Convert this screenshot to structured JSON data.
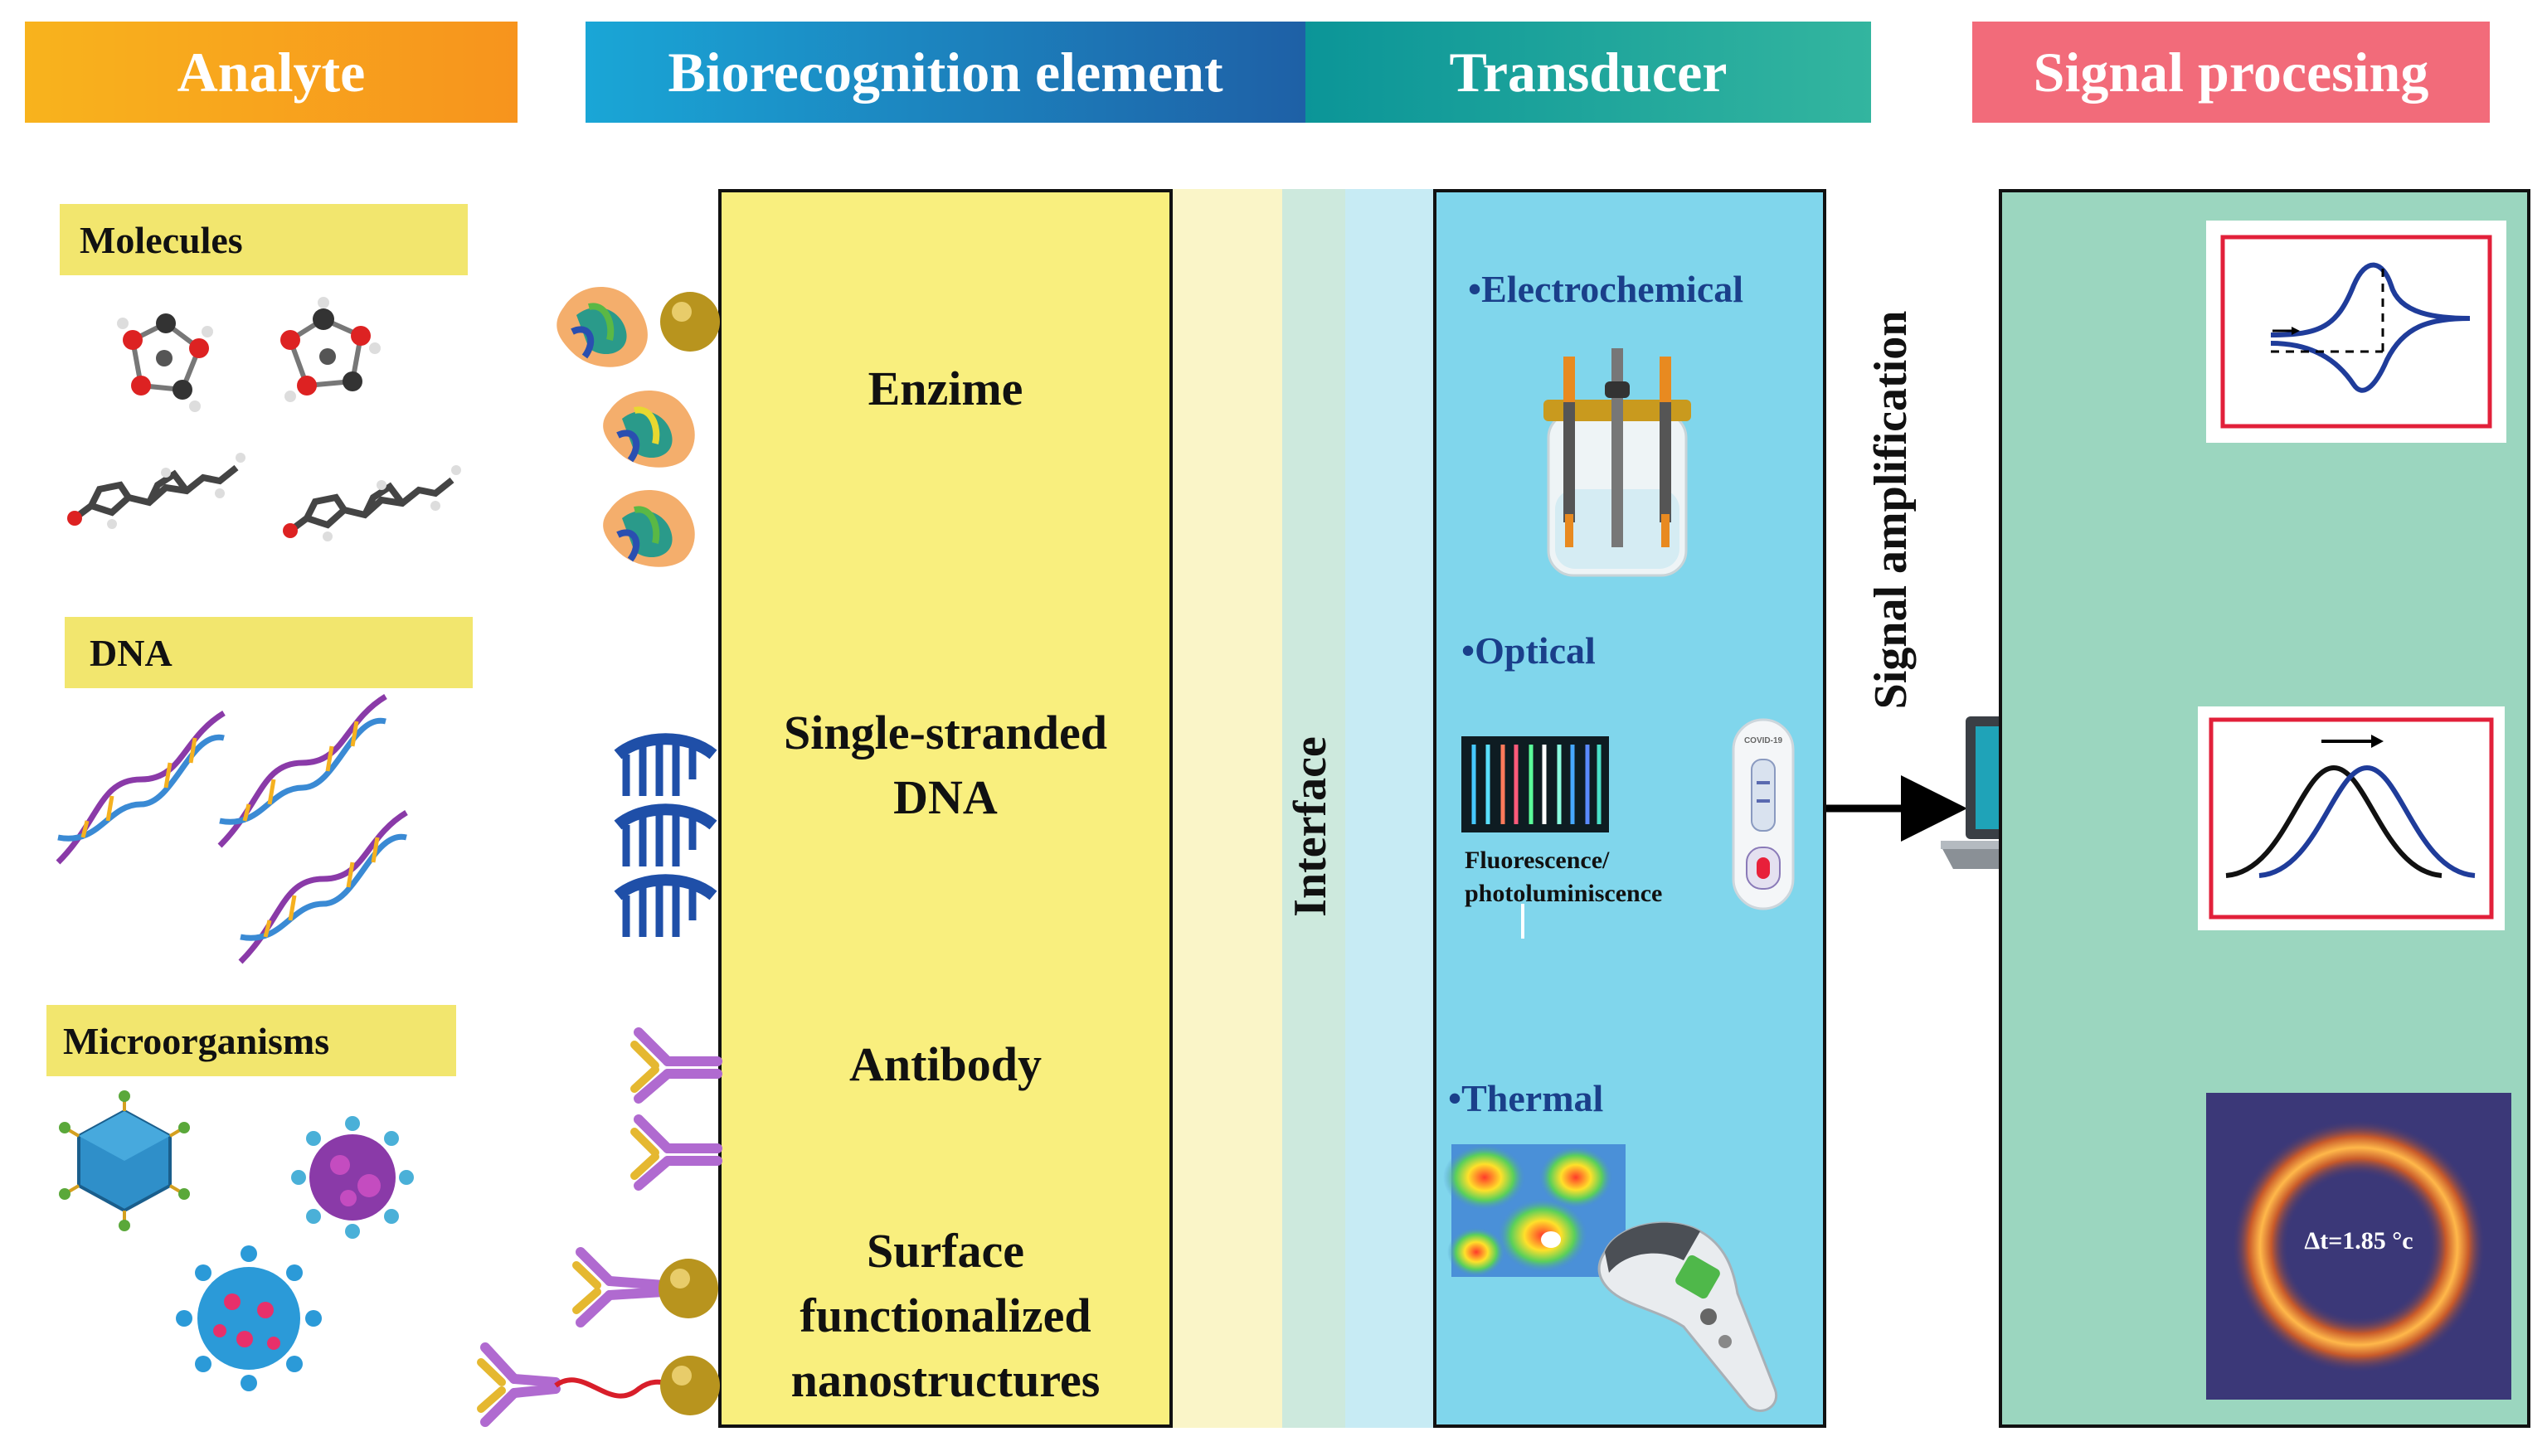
{
  "headers": {
    "analyte": "Analyte",
    "biorecognition": "Biorecognition element",
    "transducer": "Transducer",
    "signal_processing": "Signal procesing"
  },
  "analyte_categories": [
    "Molecules",
    "DNA",
    "Microorganisms"
  ],
  "biorecognition_elements": {
    "enzyme": "Enzime",
    "ssdna_line1": "Single-stranded",
    "ssdna_line2": "DNA",
    "antibody": "Antibody",
    "nano_line1": "Surface",
    "nano_line2": "functionalized",
    "nano_line3": "nanostructures"
  },
  "interface_label": "Interface",
  "transducer_types": {
    "electrochemical": "•Electrochemical",
    "optical": "•Optical",
    "fluorescence_line1": "Fluorescence/",
    "fluorescence_line2": "photoluminiscence",
    "thermal": "•Thermal",
    "test_strip_text": "COVID-19"
  },
  "signal_amplification_label": "Signal amplification",
  "thermal_readout": "Δt=1.85 °c",
  "colors": {
    "analyte_header": "#f7a01c",
    "bio_header_start": "#1aa3d4",
    "bio_header_end": "#1e67a8",
    "transducer_header_start": "#0e9b9a",
    "transducer_header_end": "#2fb3a0",
    "signal_header": "#f26b7a",
    "bio_panel": "#f9ef7e",
    "transducer_panel": "#80d6ec",
    "signal_panel": "#9bd6bf",
    "curve_blue": "#1f3c9a",
    "plot_border": "#e2203a"
  }
}
